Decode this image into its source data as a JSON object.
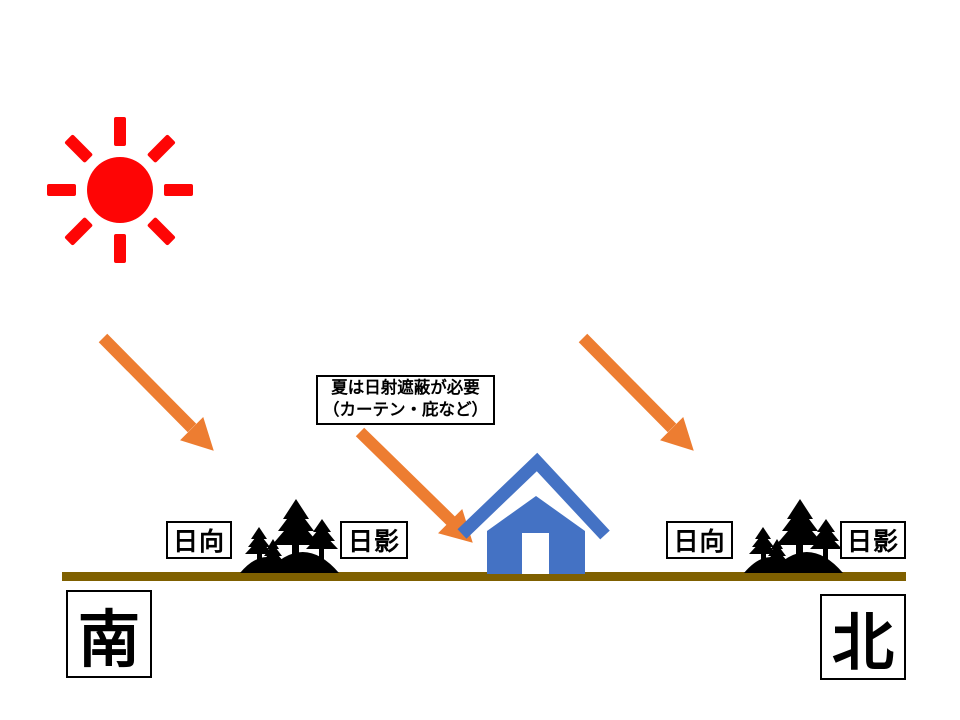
{
  "colors": {
    "sun": "#FE0505",
    "sunlight_arrow": "#ED7D31",
    "house": "#4472C4",
    "door": "#FFFFFF",
    "ground": "#7F6000",
    "trees": "#000000"
  },
  "annotation": {
    "line1": "夏は日射遮蔽が必要",
    "line2": "（カーテン・庇など）"
  },
  "zone_labels": {
    "south_sunny": "日向",
    "south_shade": "日影",
    "north_sunny": "日向",
    "north_shade": "日影"
  },
  "compass": {
    "south": "南",
    "north": "北"
  }
}
